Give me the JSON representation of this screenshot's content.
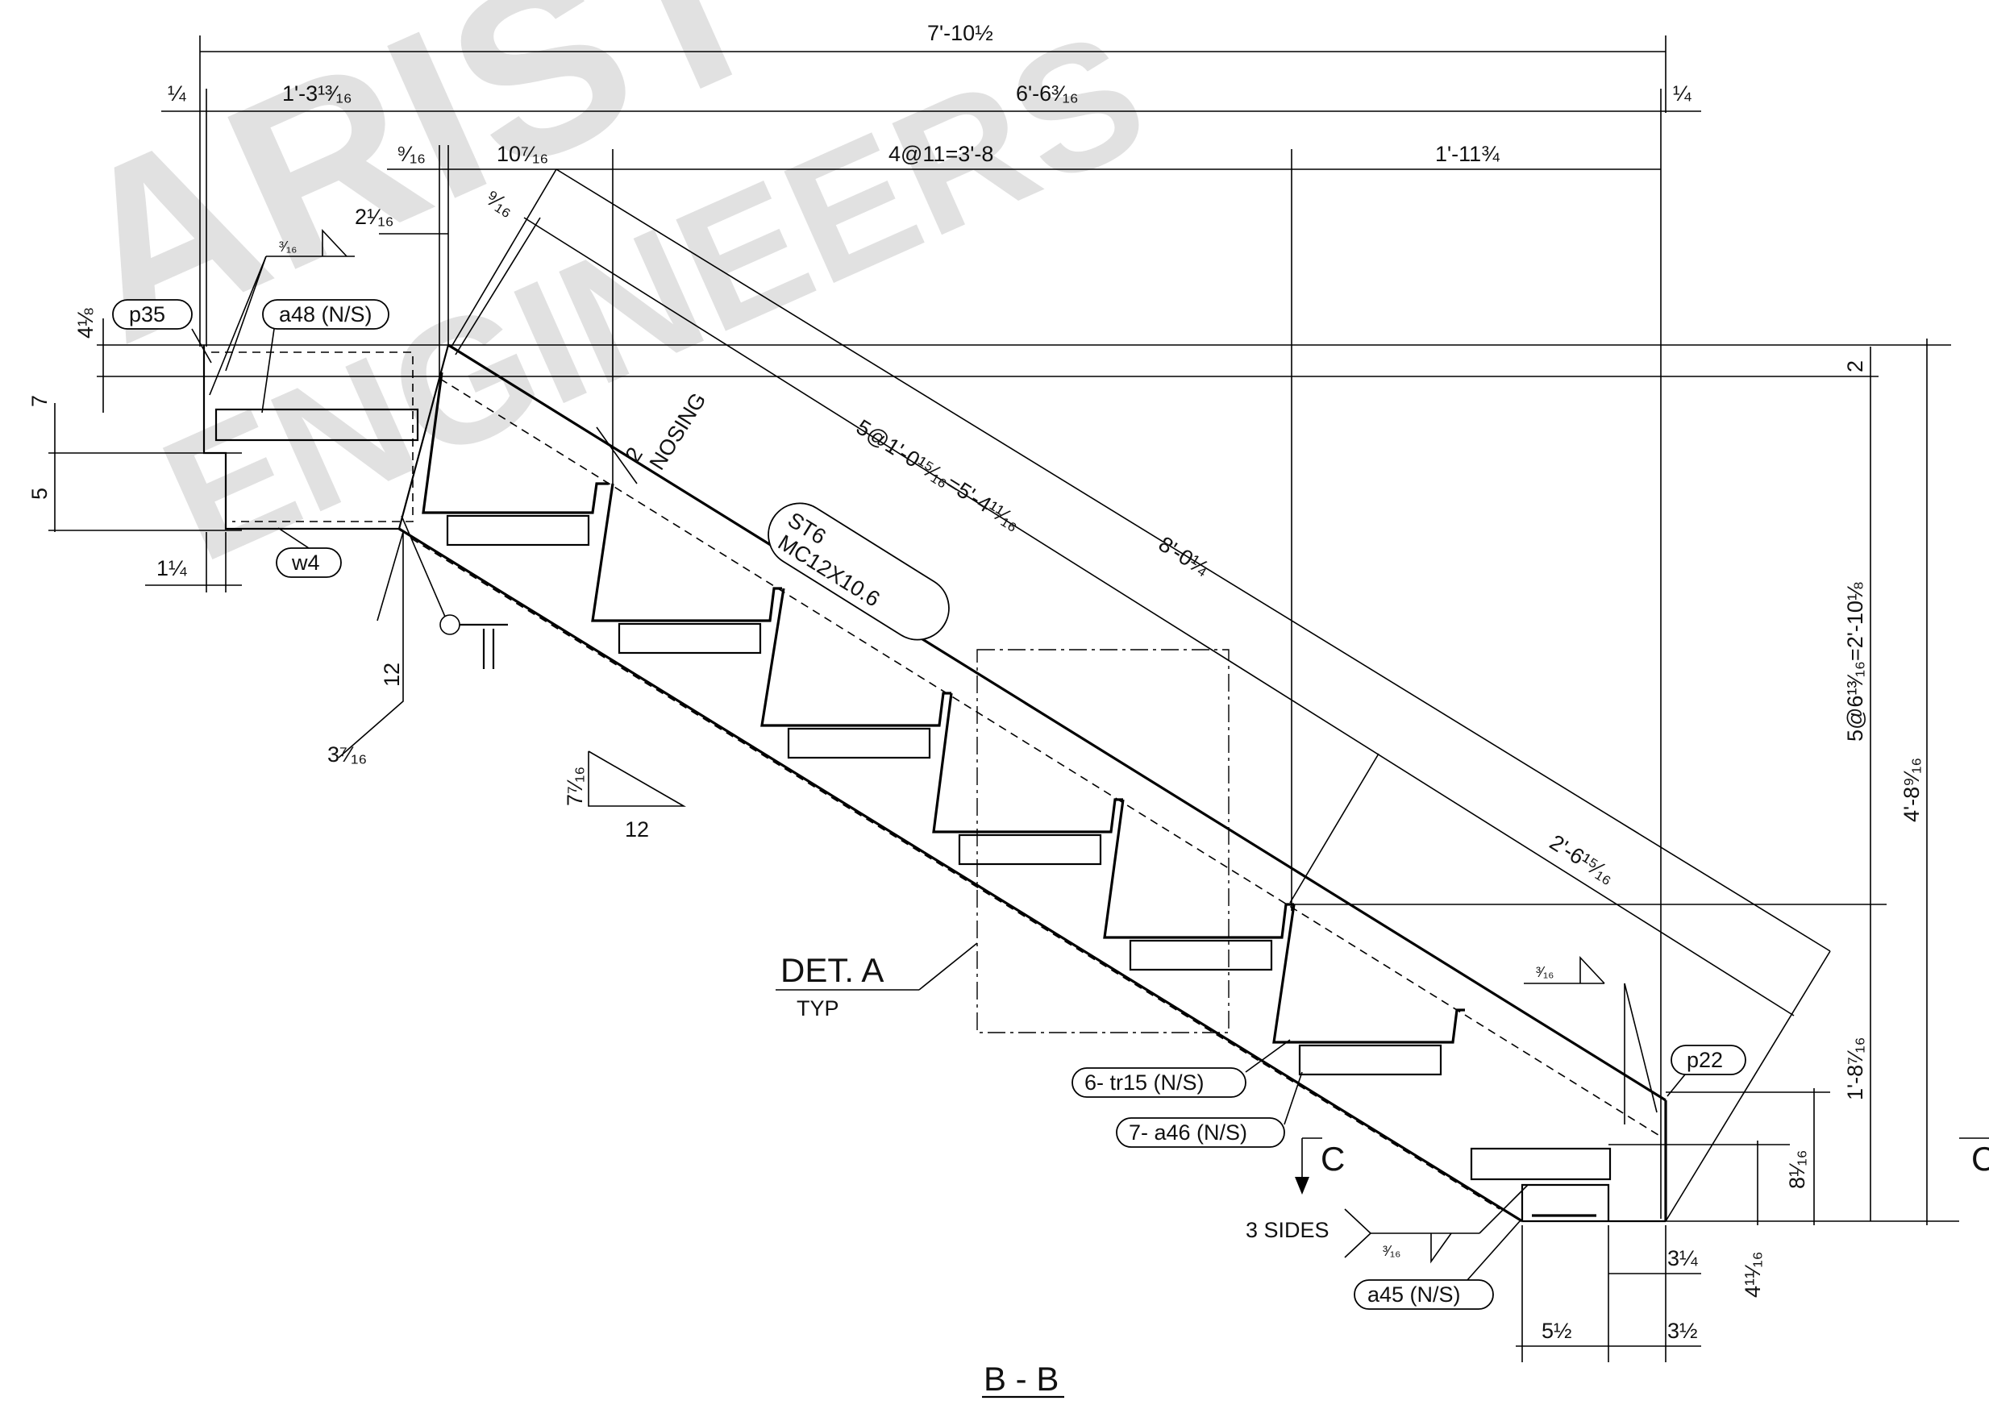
{
  "watermark": {
    "line1": "ARIST",
    "line2": "ENGINEERS"
  },
  "section": {
    "title": "B - B"
  },
  "detail": {
    "label": "DET. A",
    "sub": "TYP"
  },
  "section_cut": {
    "letter": "C"
  },
  "dims": {
    "overall": "7'-10½",
    "left_quarter": "¼",
    "right_quarter": "¼",
    "landing": "1'-3¹³⁄₁₆",
    "run": "6'-6³⁄₁₆",
    "nine16": "⁹⁄₁₆",
    "ten716": "10⁷⁄₁₆",
    "treads": "4@11=3'-8",
    "last": "1'-11¾",
    "two116": "2¹⁄₁₆",
    "four18": "4⅛",
    "seven": "7",
    "five": "5",
    "one14": "1¼",
    "twelve": "12",
    "three716": "3⁷⁄₁₆",
    "slope_rise": "7⁷⁄₁₆",
    "slope_run": "12",
    "nosing_2": "2",
    "nosing": "NOSING",
    "risers": "5@1'-0¹⁵⁄₁₆=5'-4¹¹⁄₁₆",
    "stringer_len": "8'-0¼",
    "seg": "2'-6¹⁵⁄₁₆",
    "top_2": "2",
    "rise_total": "5@6¹³⁄₁₆=2'-10⅛",
    "height": "4'-8⁹⁄₁₆",
    "lower": "1'-8⁷⁄₁₆",
    "eight116": "8¹⁄₁₆",
    "four1116": "4¹¹⁄₁₆",
    "three14": "3¼",
    "five12": "5½",
    "three12": "3½"
  },
  "welds": {
    "w1": "³⁄₁₆",
    "w2": "³⁄₁₆",
    "w3": "³⁄₁₆",
    "three_sides": "3 SIDES"
  },
  "tags": {
    "p35": "p35",
    "a48": "a48 (N/S)",
    "w4": "w4",
    "st6_1": "ST6",
    "st6_2": "MC12X10.6",
    "tr15": "6- tr15 (N/S)",
    "a46": "7- a46 (N/S)",
    "p22": "p22",
    "a45": "a45 (N/S)"
  }
}
